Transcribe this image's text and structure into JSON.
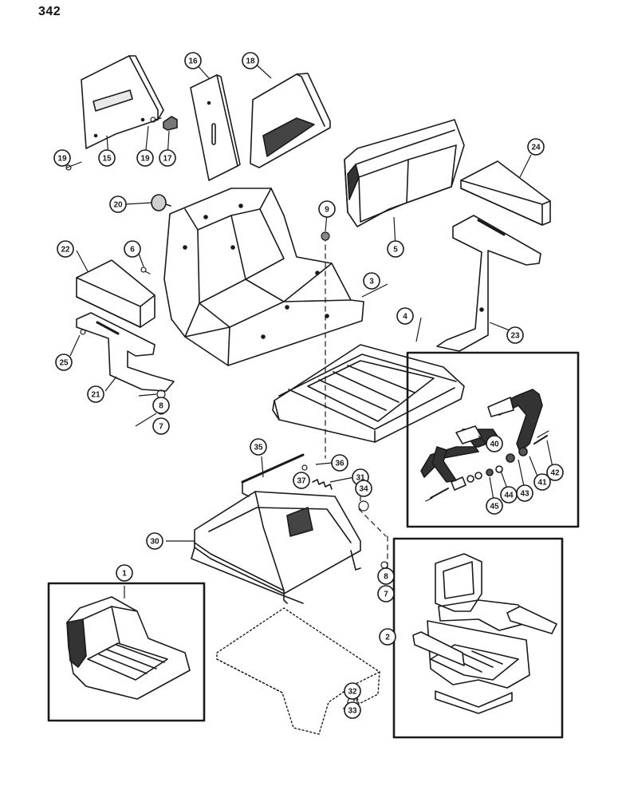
{
  "page_number": "342",
  "colors": {
    "ink": "#1a1a1a",
    "paper": "#ffffff",
    "shade": "#2a2a2a"
  },
  "callouts": [
    "1",
    "2",
    "3",
    "4",
    "5",
    "6",
    "7",
    "7",
    "8",
    "8",
    "9",
    "15",
    "16",
    "17",
    "18",
    "19",
    "19",
    "20",
    "21",
    "22",
    "23",
    "24",
    "25",
    "30",
    "31",
    "32",
    "33",
    "34",
    "35",
    "36",
    "37",
    "40",
    "41",
    "42",
    "43",
    "44",
    "45"
  ],
  "parts": [
    "side-panel-15",
    "side-panel-16",
    "side-panel-18",
    "seat-shell-3",
    "back-cushion-5",
    "armrest-pad-24",
    "armrest-bracket-23",
    "armrest-pad-22",
    "armrest-bracket-21",
    "seat-cushion-4",
    "seat-base-30",
    "suspension-cover",
    "seat-belt-assembly",
    "seat-assembly-1",
    "seat-assembly-2"
  ]
}
